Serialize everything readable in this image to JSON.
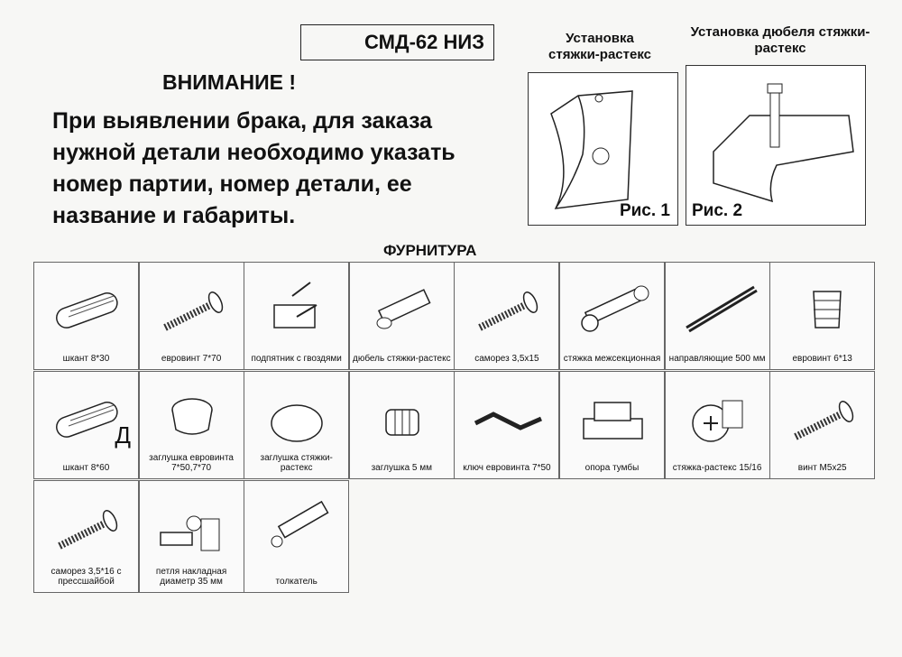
{
  "header": {
    "code": "СМД-62 НИЗ",
    "attention": "ВНИМАНИЕ !",
    "notice": "При выявлении брака, для заказа нужной детали необходимо указать номер партии, номер детали, ее название и габариты."
  },
  "figures": [
    {
      "title": "Установка стяжки-растекс",
      "label": "Рис. 1"
    },
    {
      "title": "Установка дюбеля стяжки-растекс",
      "label": "Рис. 2"
    }
  ],
  "furniture": {
    "title": "ФУРНИТУРА",
    "items": [
      {
        "label": "шкант 8*30",
        "icon": "dowel-icon"
      },
      {
        "label": "евровинт 7*70",
        "icon": "screw-icon"
      },
      {
        "label": "подпятник с гвоздями",
        "icon": "glide-icon"
      },
      {
        "label": "дюбель стяжки-растекс",
        "icon": "dowel-pin-icon"
      },
      {
        "label": "саморез 3,5x15",
        "icon": "screw-icon"
      },
      {
        "label": "стяжка межсекционная",
        "icon": "connector-icon"
      },
      {
        "label": "направляющие 500 мм",
        "icon": "rail-icon"
      },
      {
        "label": "евровинт 6*13",
        "icon": "euroscrew-icon"
      },
      {
        "label": "шкант 8*60",
        "icon": "dowel-icon",
        "mark": "Д"
      },
      {
        "label": "заглушка евровинта 7*50,7*70",
        "icon": "cap-icon"
      },
      {
        "label": "заглушка стяжки-растекс",
        "icon": "disc-cap-icon"
      },
      {
        "label": "заглушка 5 мм",
        "icon": "plug-icon"
      },
      {
        "label": "ключ евровинта 7*50",
        "icon": "hex-key-icon"
      },
      {
        "label": "опора тумбы",
        "icon": "support-icon"
      },
      {
        "label": "стяжка-растекс 15/16",
        "icon": "cam-icon"
      },
      {
        "label": "винт М5x25",
        "icon": "screw-icon"
      },
      {
        "label": "саморез 3,5*16 с прессшайбой",
        "icon": "screw-icon"
      },
      {
        "label": "петля накладная диаметр 35 мм",
        "icon": "hinge-icon"
      },
      {
        "label": "толкатель",
        "icon": "pusher-icon"
      }
    ]
  }
}
